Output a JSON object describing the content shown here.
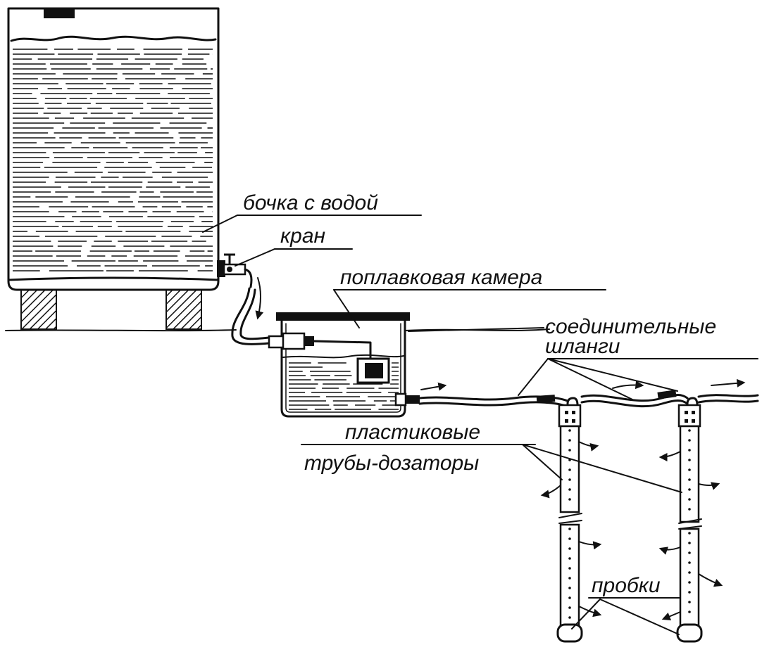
{
  "labels": {
    "barrel": "бочка с водой",
    "tap": "кран",
    "float_chamber": "поплавковая камера",
    "hoses_line1": "соединительные",
    "hoses_line2": "шланги",
    "tubes_line1": "пластиковые",
    "tubes_line2": "трубы-дозаторы",
    "plugs": "пробки"
  },
  "colors": {
    "ink": "#111111",
    "background": "#ffffff"
  }
}
